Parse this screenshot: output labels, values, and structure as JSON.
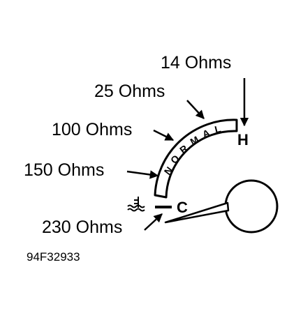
{
  "callouts": {
    "ohms_14": "14 Ohms",
    "ohms_25": "25 Ohms",
    "ohms_100": "100 Ohms",
    "ohms_150": "150 Ohms",
    "ohms_230": "230 Ohms"
  },
  "gauge": {
    "band_text": "NORMAL",
    "letters": [
      "N",
      "O",
      "R",
      "M",
      "A",
      "L"
    ],
    "hot_mark": "H",
    "cold_mark": "C"
  },
  "figure_id": "94F32933",
  "colors": {
    "ink": "#000000",
    "paper": "#ffffff"
  },
  "icons": {
    "coolant_symbol": "coolant-temperature-icon"
  }
}
